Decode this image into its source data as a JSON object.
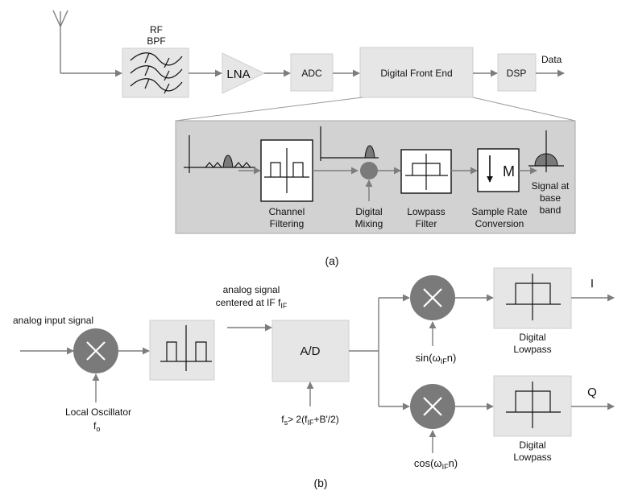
{
  "part_a": {
    "rf_bpf_label_line1": "RF",
    "rf_bpf_label_line2": "BPF",
    "lna_label": "LNA",
    "adc_label": "ADC",
    "dfe_label": "Digital Front End",
    "dsp_label": "DSP",
    "data_label": "Data",
    "detail": {
      "channel_filtering_line1": "Channel",
      "channel_filtering_line2": "Filtering",
      "digital_mixing_line1": "Digital",
      "digital_mixing_line2": "Mixing",
      "lowpass_filter_line1": "Lowpass",
      "lowpass_filter_line2": "Filter",
      "sample_rate_line1": "Sample Rate",
      "sample_rate_line2": "Conversion",
      "decimator_symbol": "M",
      "signal_baseband_line1": "Signal at",
      "signal_baseband_line2": "base",
      "signal_baseband_line3": "band"
    },
    "caption": "(a)"
  },
  "part_b": {
    "analog_input_label": "analog input signal",
    "analog_signal_line1": "analog signal",
    "analog_signal_line2_prefix": "centered at IF f",
    "analog_signal_line2_sub": "IF",
    "ad_label": "A/D",
    "local_oscillator_line1": "Local Oscillator",
    "local_oscillator_symbol": "f",
    "local_oscillator_sub": "o",
    "sampling_f": "f",
    "sampling_s_sub": "s",
    "sampling_middle": "> 2(f",
    "sampling_if_sub": "IF",
    "sampling_end": "+B'/2)",
    "sin_prefix": "sin(ω",
    "sin_sub": "IF",
    "sin_suffix": "n)",
    "cos_prefix": "cos(ω",
    "cos_sub": "IF",
    "cos_suffix": "n)",
    "lowpass_top_line1": "Digital",
    "lowpass_top_line2": "Lowpass",
    "lowpass_bottom_line1": "Digital",
    "lowpass_bottom_line2": "Lowpass",
    "output_i": "I",
    "output_q": "Q",
    "caption": "(b)"
  },
  "colors": {
    "block_fill": "#e6e6e6",
    "detail_panel": "#d2d2d2",
    "arrow_gray": "#7d7d7d",
    "mixer_gray": "#7a7a7a"
  }
}
